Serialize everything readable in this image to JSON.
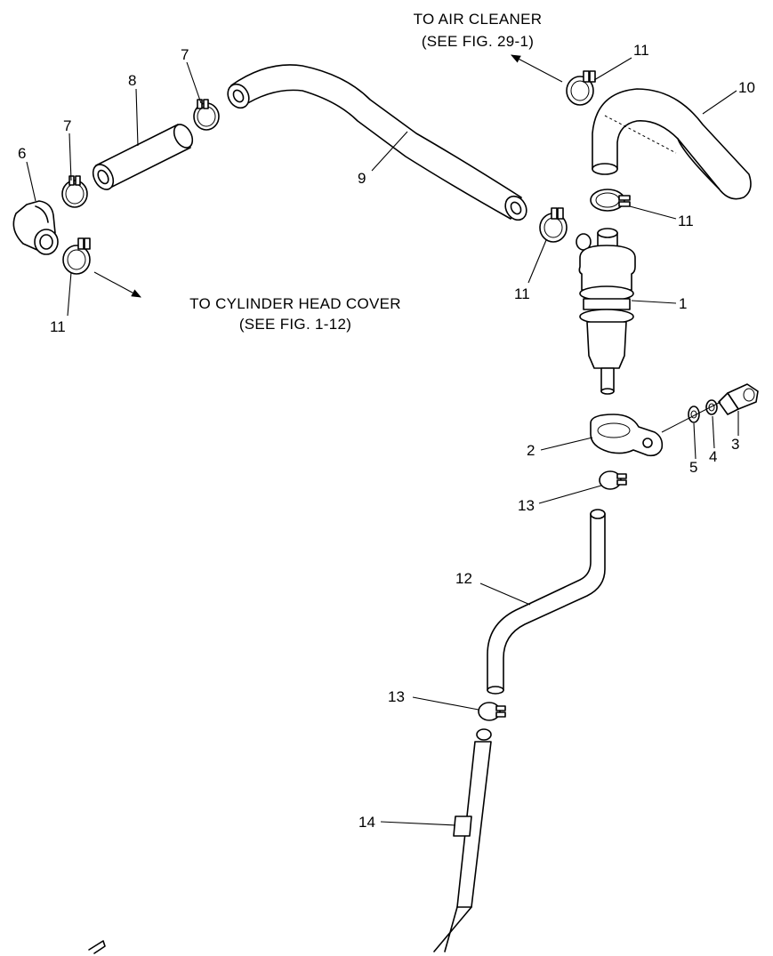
{
  "notes": {
    "air_cleaner_line1": "TO AIR CLEANER",
    "air_cleaner_line2": "(SEE FIG. 29-1)",
    "cyl_head_line1": "TO CYLINDER HEAD COVER",
    "cyl_head_line2": "(SEE FIG. 1-12)"
  },
  "callouts": {
    "c1": "1",
    "c2": "2",
    "c3": "3",
    "c4": "4",
    "c5": "5",
    "c6": "6",
    "c7a": "7",
    "c7b": "7",
    "c8": "8",
    "c9": "9",
    "c10": "10",
    "c11a": "11",
    "c11b": "11",
    "c11c": "11",
    "c11d": "11",
    "c12": "12",
    "c13a": "13",
    "c13b": "13",
    "c14": "14"
  }
}
